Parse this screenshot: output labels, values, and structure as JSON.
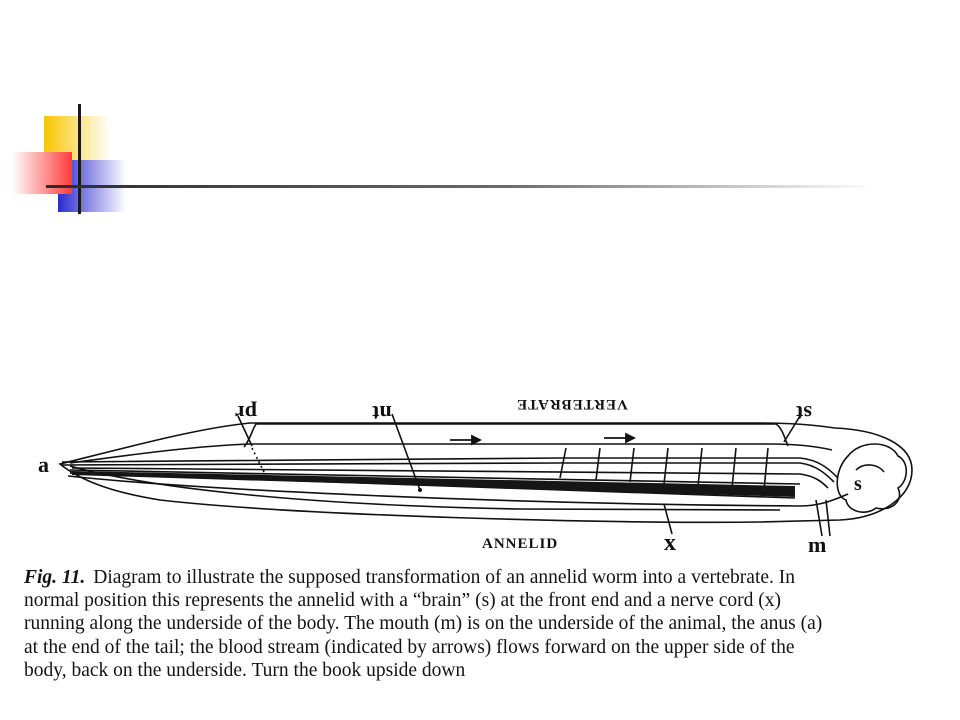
{
  "slide": {
    "decoration": {
      "colors": {
        "yellow": "#f7c600",
        "red": "#ff3b3b",
        "blue": "#2a2ad0",
        "line": "#2b2b2b"
      }
    },
    "figure": {
      "labels": {
        "pr": "pr",
        "nt": "nt",
        "vertebrate": "VERTEBRATE",
        "st": "st",
        "a": "a",
        "s": "s",
        "annelid": "ANNELID",
        "x": "x",
        "m": "m"
      }
    },
    "caption": {
      "label": "Fig. 11.",
      "line1": "Diagram to illustrate the supposed transformation of an annelid worm into a vertebrate. In",
      "line2": "normal position this represents the annelid with a “brain” (s) at the front end and a nerve cord (x)",
      "line3": "running along the underside of the body. The mouth (m) is on the underside of the animal, the anus (a)",
      "line4": "at the end of the tail; the blood stream (indicated by arrows) flows forward on the upper side of the",
      "line5": "body, back on the underside. Turn the book upside down"
    }
  }
}
